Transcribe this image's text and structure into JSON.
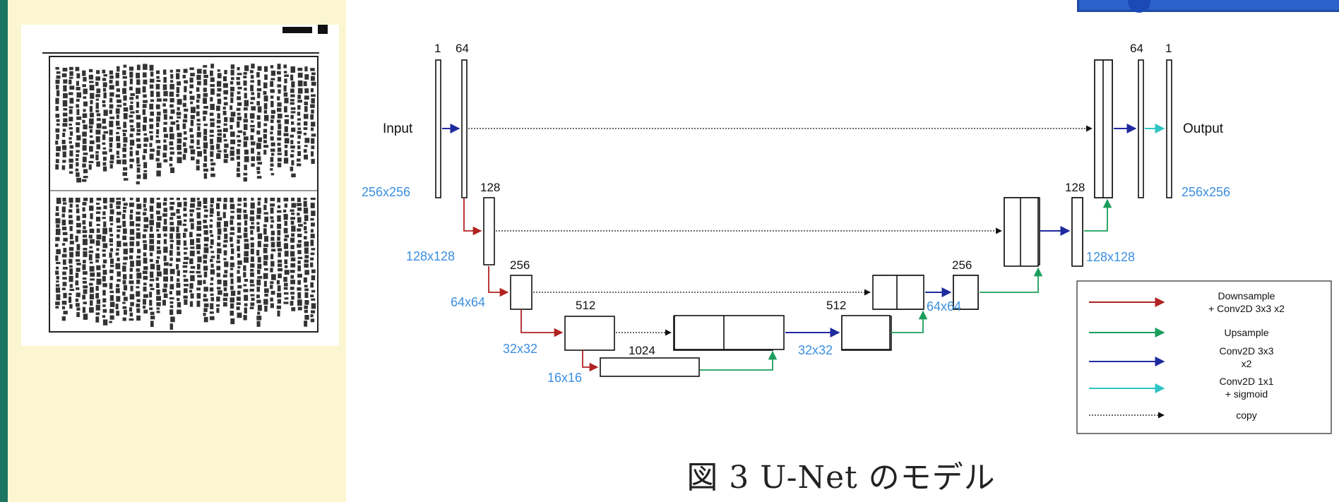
{
  "colors": {
    "accent_left": "#1c7560",
    "corner": "#2b62c9",
    "downsample": "#b22222",
    "upsample": "#1a9e5a",
    "conv": "#1f2a9e",
    "conv1x1": "#2ec4c4",
    "copy": "#111111",
    "size_label": "#3b8fe0"
  },
  "document": {
    "description_icon": "scanned-japanese-vertical-text-page-icon"
  },
  "unet": {
    "input_label": "Input",
    "output_label": "Output",
    "channels": {
      "in": "1",
      "c64": "64",
      "c128": "128",
      "c256": "256",
      "c512": "512",
      "c1024": "1024",
      "dec512": "512",
      "dec256": "256",
      "dec128": "128",
      "dec64": "64",
      "out": "1"
    },
    "sizes": {
      "s256_left": "256x256",
      "s128_left": "128x128",
      "s64_left": "64x64",
      "s32_left": "32x32",
      "s16": "16x16",
      "s32_right": "32x32",
      "s64_right": "64x64",
      "s128_right": "128x128",
      "s256_right": "256x256"
    }
  },
  "legend": {
    "items": [
      {
        "label_1": "Downsample",
        "label_2": "+ Conv2D 3x3 x2",
        "icon": "red-arrow-icon"
      },
      {
        "label_1": "Upsample",
        "label_2": "",
        "icon": "green-arrow-icon"
      },
      {
        "label_1": "Conv2D 3x3",
        "label_2": "x2",
        "icon": "blue-arrow-icon"
      },
      {
        "label_1": "Conv2D 1x1",
        "label_2": "+ sigmoid",
        "icon": "cyan-arrow-icon"
      },
      {
        "label_1": "copy",
        "label_2": "",
        "icon": "dotted-arrow-icon"
      }
    ]
  },
  "caption": "図 3   U-Net のモデル"
}
